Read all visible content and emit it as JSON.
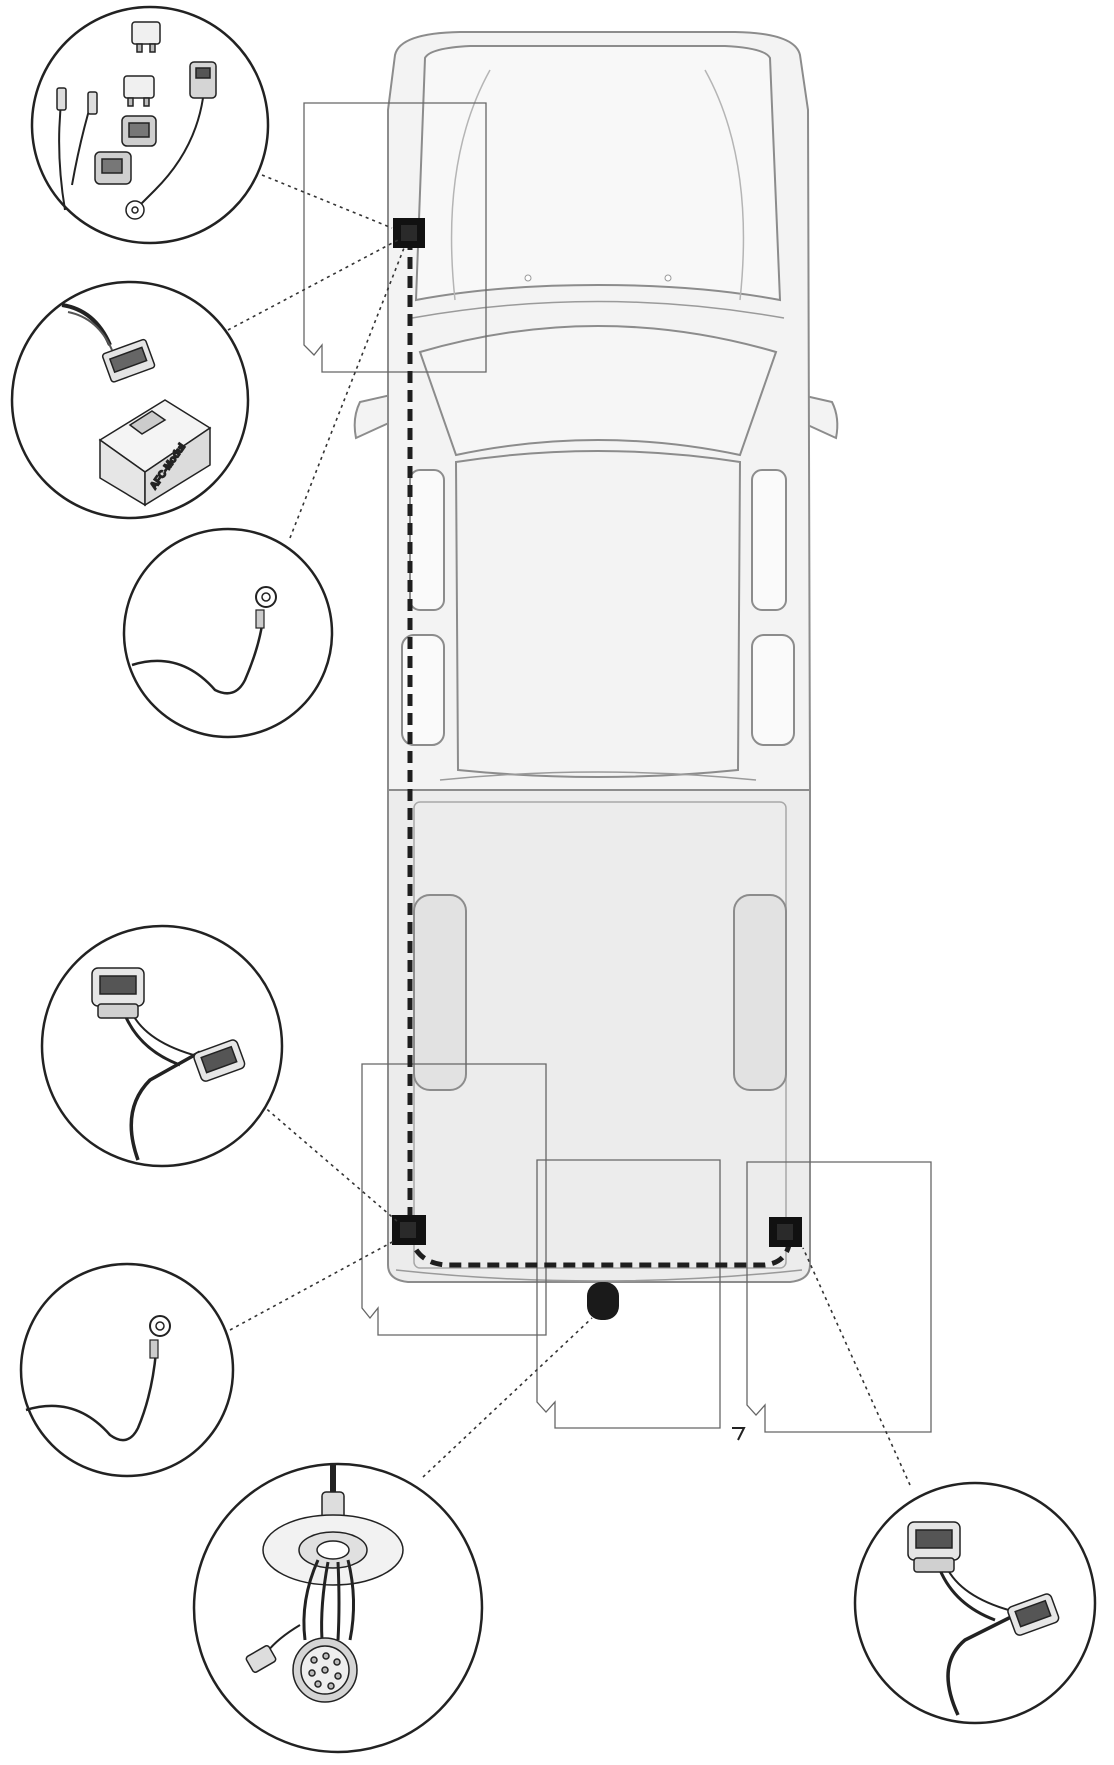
{
  "diagram": {
    "module_label": "AFC-Modul",
    "colors": {
      "truck_fill": "#f3f3f3",
      "truck_stroke": "#8c8c8c",
      "bed_fill": "#ececec",
      "wire": "#1e1e1e",
      "box": "#111111",
      "callout": "#222222",
      "leader": "#333333"
    },
    "callouts": [
      {
        "id": "fuse-kit",
        "icon": "fuse-and-connector-kit-icon",
        "attaches_to": "front-junction"
      },
      {
        "id": "afc-module",
        "icon": "afc-module-icon",
        "attaches_to": "front-junction"
      },
      {
        "id": "front-ground",
        "icon": "ring-terminal-ground-icon",
        "attaches_to": "front-junction"
      },
      {
        "id": "left-tail-connector",
        "icon": "tail-light-plug-adapter-icon",
        "attaches_to": "rear-left-junction"
      },
      {
        "id": "rear-ground",
        "icon": "ring-terminal-ground-icon",
        "attaches_to": "rear-left-junction"
      },
      {
        "id": "trailer-socket",
        "icon": "13-pin-trailer-socket-icon",
        "attaches_to": "rear-center-socket"
      },
      {
        "id": "right-tail-connector",
        "icon": "tail-light-plug-adapter-icon",
        "attaches_to": "rear-right-junction"
      }
    ]
  }
}
